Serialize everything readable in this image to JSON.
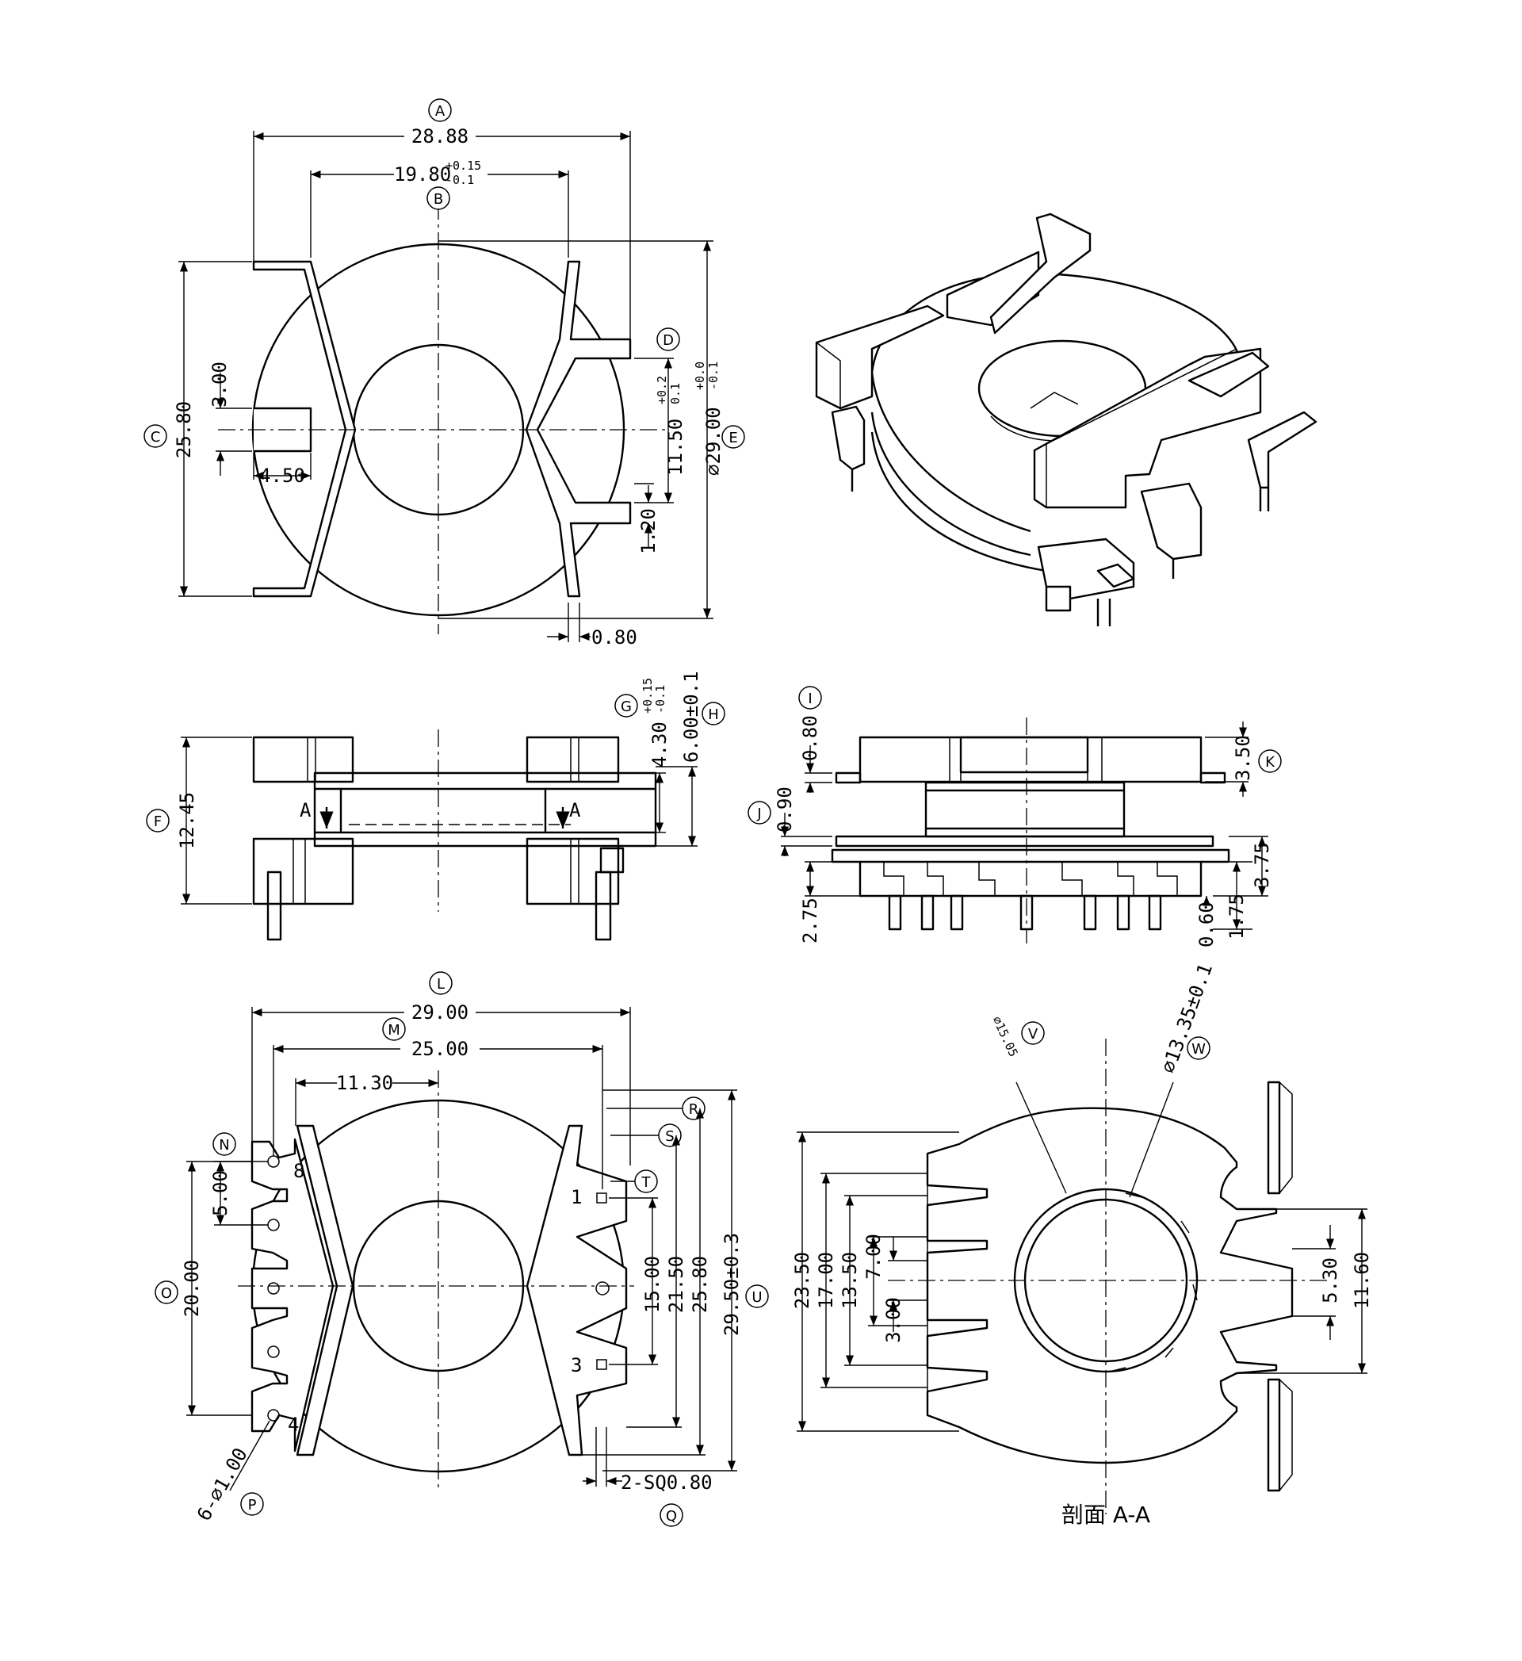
{
  "balloons": {
    "A": "A",
    "B": "B",
    "C": "C",
    "D": "D",
    "E": "E",
    "F": "F",
    "G": "G",
    "H": "H",
    "I": "I",
    "J": "J",
    "K": "K",
    "L": "L",
    "M": "M",
    "N": "N",
    "O": "O",
    "P": "P",
    "Q": "Q",
    "R": "R",
    "S": "S",
    "T": "T",
    "U": "U",
    "V": "V",
    "W": "W"
  },
  "top_view": {
    "width_overall": "28.88",
    "width_inner": "19.80",
    "width_inner_tol_plus": "+0.15",
    "width_inner_tol_minus": "-0.1",
    "height_overall": "25.80",
    "tab_height": "3.00",
    "tab_width": "4.50",
    "bore_dia": "11.50",
    "bore_tol_plus": "+0.2",
    "bore_tol_minus": "0.1",
    "flange_dia": "⌀29.00",
    "flange_tol_plus": "+0.0",
    "flange_tol_minus": "-0.1",
    "wall": "1.20",
    "rib": "0.80"
  },
  "front_view": {
    "height_overall": "12.45",
    "height_G": "4.30",
    "height_G_tol_plus": "+0.15",
    "height_G_tol_minus": "-0.1",
    "height_H": "6.00±0.1",
    "section_mark": "A"
  },
  "side_view": {
    "dim_I": "0.80",
    "dim_J": "0.90",
    "dim_K": "3.50",
    "dim_375": "3.75",
    "dim_275": "2.75",
    "dim_060": "0.60",
    "dim_175": "1.75"
  },
  "bottom_view": {
    "width_L": "29.00",
    "width_M": "25.00",
    "offset": "11.30",
    "pitch": "5.00",
    "span_O": "20.00",
    "pin_hole": "6-⌀1.00",
    "pin_square": "2-SQ0.80",
    "dim_15": "15.00",
    "dim_215": "21.50",
    "dim_258": "25.80",
    "dim_U": "29.50±0.3",
    "pin_numbers": [
      "8",
      "1",
      "3",
      "4"
    ]
  },
  "section_view": {
    "title": "剖面 A-A",
    "dia_V": "⌀15.05",
    "dia_W": "⌀13.35±0.1",
    "dims_left": [
      "23.50",
      "17.00",
      "13.50",
      "7.00",
      "3.00"
    ],
    "dim_530": "5.30",
    "dim_1160": "11.60"
  }
}
